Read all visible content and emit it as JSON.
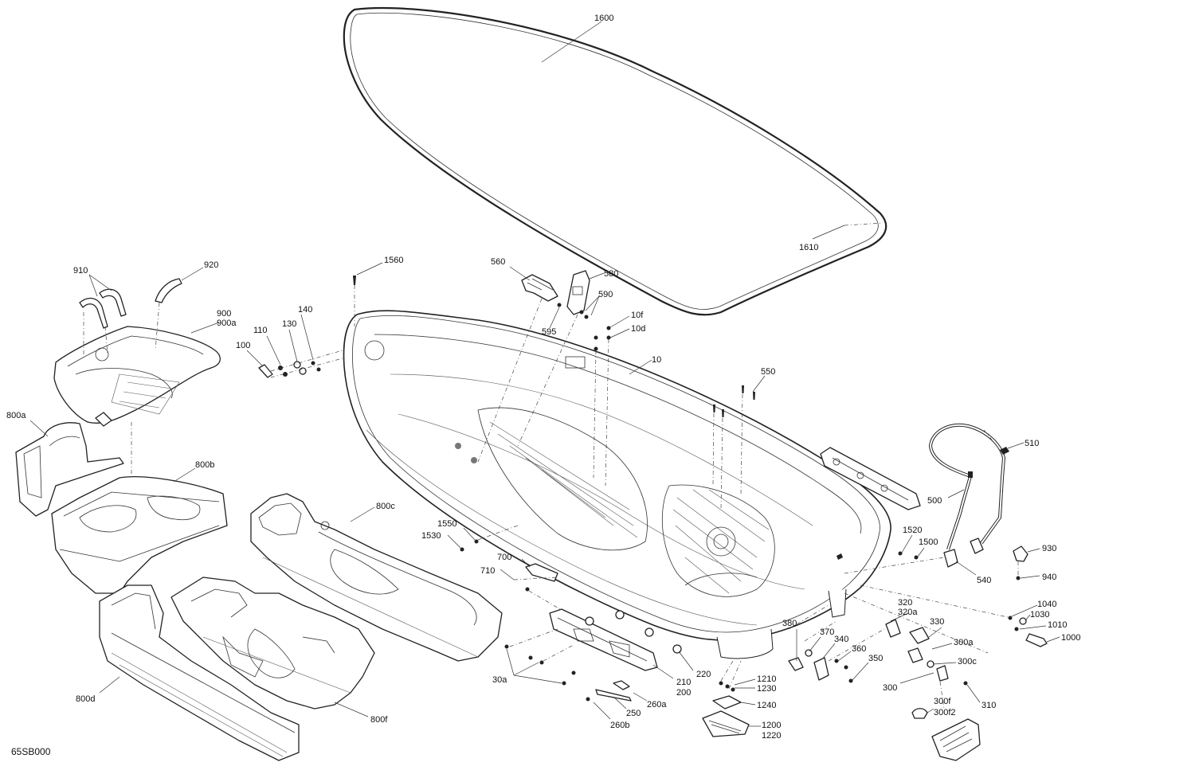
{
  "diagram": {
    "code": "65SB000",
    "callouts": [
      "1600",
      "1610",
      "910",
      "920",
      "900",
      "900a",
      "800a",
      "800b",
      "800c",
      "800d",
      "800f",
      "100",
      "110",
      "130",
      "140",
      "1560",
      "560",
      "580",
      "590",
      "595",
      "10f",
      "10d",
      "10",
      "550",
      "510",
      "500",
      "1520",
      "1500",
      "540",
      "930",
      "940",
      "1550",
      "1530",
      "700",
      "710",
      "320",
      "320a",
      "330",
      "300a",
      "300c",
      "300",
      "300f",
      "300f2",
      "310",
      "380",
      "370",
      "340",
      "360",
      "350",
      "1040",
      "1030",
      "1010",
      "1000",
      "30a",
      "210",
      "200",
      "220",
      "250",
      "260a",
      "260b",
      "1210",
      "1230",
      "1240",
      "1200",
      "1220"
    ]
  }
}
